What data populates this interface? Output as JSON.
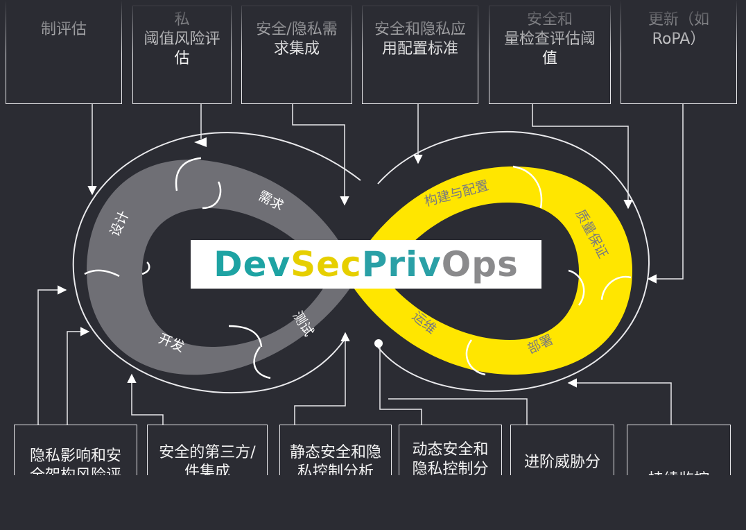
{
  "banner": {
    "dev": "Dev",
    "sec": "Sec",
    "priv": "Priv",
    "ops": "Ops"
  },
  "loop_labels": {
    "design": "设计",
    "requirements": "需求",
    "testing": "测试",
    "development": "开发",
    "build_config": "构建与配置",
    "qa": "质量保证",
    "deploy": "部署",
    "operations": "运维"
  },
  "top_boxes": [
    "制评估",
    "私\n阈值风险评\n估",
    "安全/隐私需\n求集成",
    "安全和隐私应\n用配置标准",
    "安全和\n量检查评估阈\n值",
    "更新（如\nRoPA）"
  ],
  "bottom_boxes": [
    "隐私影响和安\n全架构风险评",
    "安全的第三方/\n件集成",
    "静态安全和隐\n私控制分析",
    "动态安全和\n隐私控制分\n析",
    "进阶威胁分",
    "持续监控"
  ],
  "colors": {
    "background": "#2b2c33",
    "gray_loop": "#6f6f75",
    "yellow_loop": "#ffe600",
    "line": "#e9e9ec"
  }
}
